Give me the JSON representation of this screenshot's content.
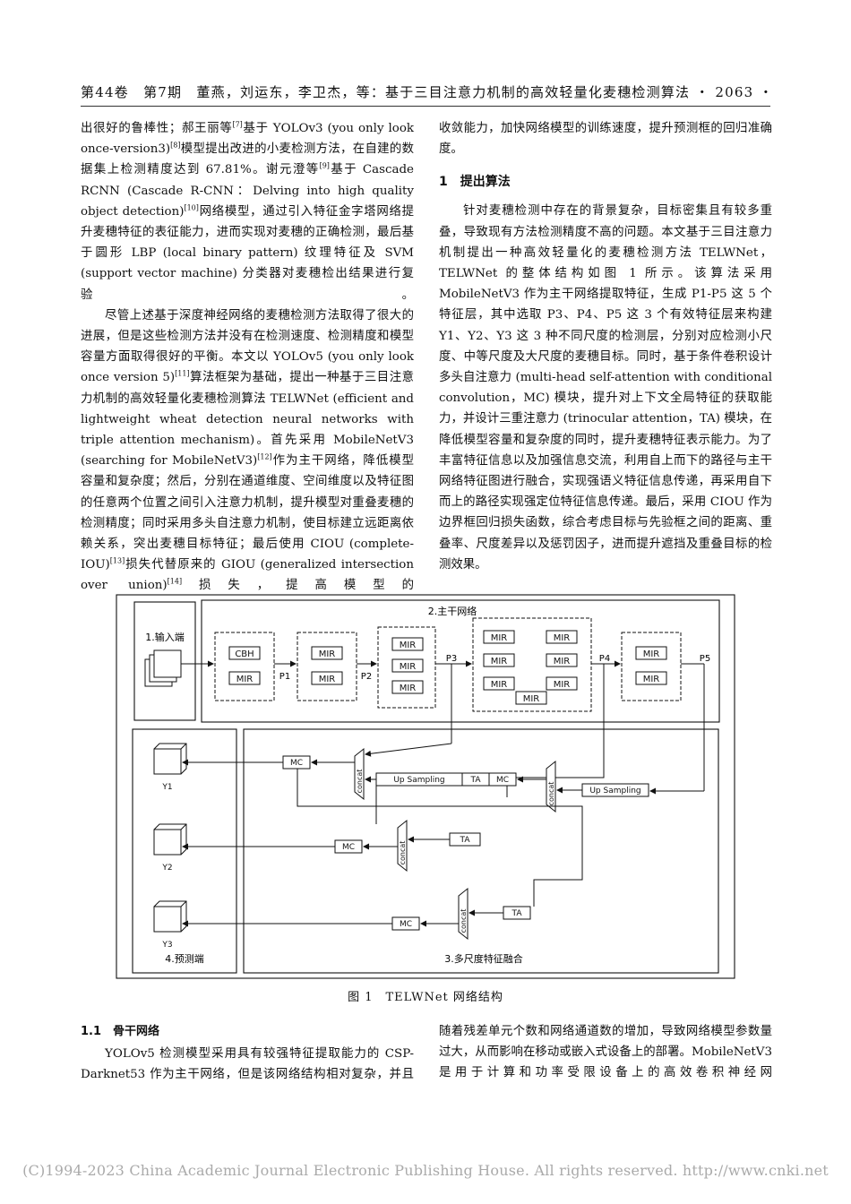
{
  "header": "第44卷　第7期　董燕，刘运东，李卫杰，等：基于三目注意力机制的高效轻量化麦穗检测算法 ・ 2063 ・",
  "left_column": [
    {
      "segments": [
        "出很好的鲁棒性；郝王丽等",
        "[7]",
        "基于 YOLOv3 (you only look once-version3)",
        "[8]",
        "模型提出改进的小麦检测方法，在自建的数据集上检测精度达到 67.81%。谢元澄等",
        "[9]",
        "基于 Cascade RCNN (Cascade R-CNN：Delving into high quality object detection)",
        "[10]",
        "网络模型，通过引入特征金字塔网络提升麦穗特征的表征能力，进而实现对麦穗的正确检测，最后基于圆形 LBP (local binary pattern) 纹理特征及 SVM (support vector machine) 分类器对麦穗检出结果进行复验。"
      ],
      "indent": false
    },
    {
      "segments": [
        "尽管上述基于深度神经网络的麦穗检测方法取得了很大的进展，但是这些检测方法并没有在检测速度、检测精度和模型容量方面取得很好的平衡。本文以 YOLOv5 (you only look once version 5)",
        "[11]",
        "算法框架为基础，提出一种基于三目注意力机制的高效轻量化麦穗检测算法 TELWNet (efficient and lightweight wheat detection neural networks with triple attention mechanism)。首先采用 MobileNetV3 (searching for MobileNetV3)",
        "[12]",
        "作为主干网络，降低模型容量和复杂度；然后，分别在通道维度、空间维度以及特征图的任意两个位置之间引入注意力机制，提升模型对重叠麦穗的检测精度；同时采用多头自注意力机制，使目标建立远距离依赖关系，突出麦穗目标特征；最后使用 CIOU (complete-IOU)",
        "[13]",
        "损失代替原来的 GIOU (generalized intersection over union)",
        "[14]",
        "损失，提高模型的"
      ],
      "indent": true
    }
  ],
  "right_column": {
    "p0": "收敛能力，加快网络模型的训练速度，提升预测框的回归准确度。",
    "section_title": "1　提出算法",
    "p1": "针对麦穗检测中存在的背景复杂，目标密集且有较多重叠，导致现有方法检测精度不高的问题。本文基于三目注意力机制提出一种高效轻量化的麦穗检测方法 TELWNet，TELWNet 的整体结构如图 1 所示。该算法采用 MobileNetV3 作为主干网络提取特征，生成 P1-P5 这 5 个特征层，其中选取 P3、P4、P5 这 3 个有效特征层来构建 Y1、Y2、Y3 这 3 种不同尺度的检测层，分别对应检测小尺度、中等尺度及大尺度的麦穗目标。同时，基于条件卷积设计多头自注意力 (multi-head self-attention with conditional convolution，MC) 模块，提升对上下文全局特征的获取能力，并设计三重注意力 (trinocular attention，TA) 模块，在降低模型容量和复杂度的同时，提升麦穗特征表示能力。为了丰富特征信息以及加强信息交流，利用自上而下的路径与主干网络特征图进行融合，实现强语义特征信息传递，再采用自下而上的路径实现强定位特征信息传递。最后，采用 CIOU 作为边界框回归损失函数，综合考虑目标与先验框之间的距离、重叠率、尺度差异以及惩罚因子，进而提升遮挡及重叠目标的检测效果。"
  },
  "figure": {
    "input_label": "1.输入端",
    "backbone_label": "2.主干网络",
    "fusion_label": "3.多尺度特征融合",
    "predict_label": "4.预测端",
    "cbh": "CBH",
    "mir": "MIR",
    "mc": "MC",
    "ta": "TA",
    "concat": "concat",
    "upsampling": "Up Sampling",
    "p1": "P1",
    "p2": "P2",
    "p3": "P3",
    "p4": "P4",
    "p5": "P5",
    "y1": "Y1",
    "y2": "Y2",
    "y3": "Y3"
  },
  "caption": "图 1　TELWNet 网络结构",
  "bottom_left": {
    "heading": "1.1　骨干网络",
    "text": "YOLOv5 检测模型采用具有较强特征提取能力的 CSP-Darknet53 作为主干网络，但是该网络结构相对复杂，并且"
  },
  "bottom_right": {
    "text": "随着残差单元个数和网络通道数的增加，导致网络模型参数量过大，从而影响在移动或嵌入式设备上的部署。MobileNetV3 是用于计算和功率受限设备上的高效卷积神经网"
  },
  "footer": "(C)1994-2023 China Academic Journal Electronic Publishing House. All rights reserved.   http://www.cnki.net"
}
